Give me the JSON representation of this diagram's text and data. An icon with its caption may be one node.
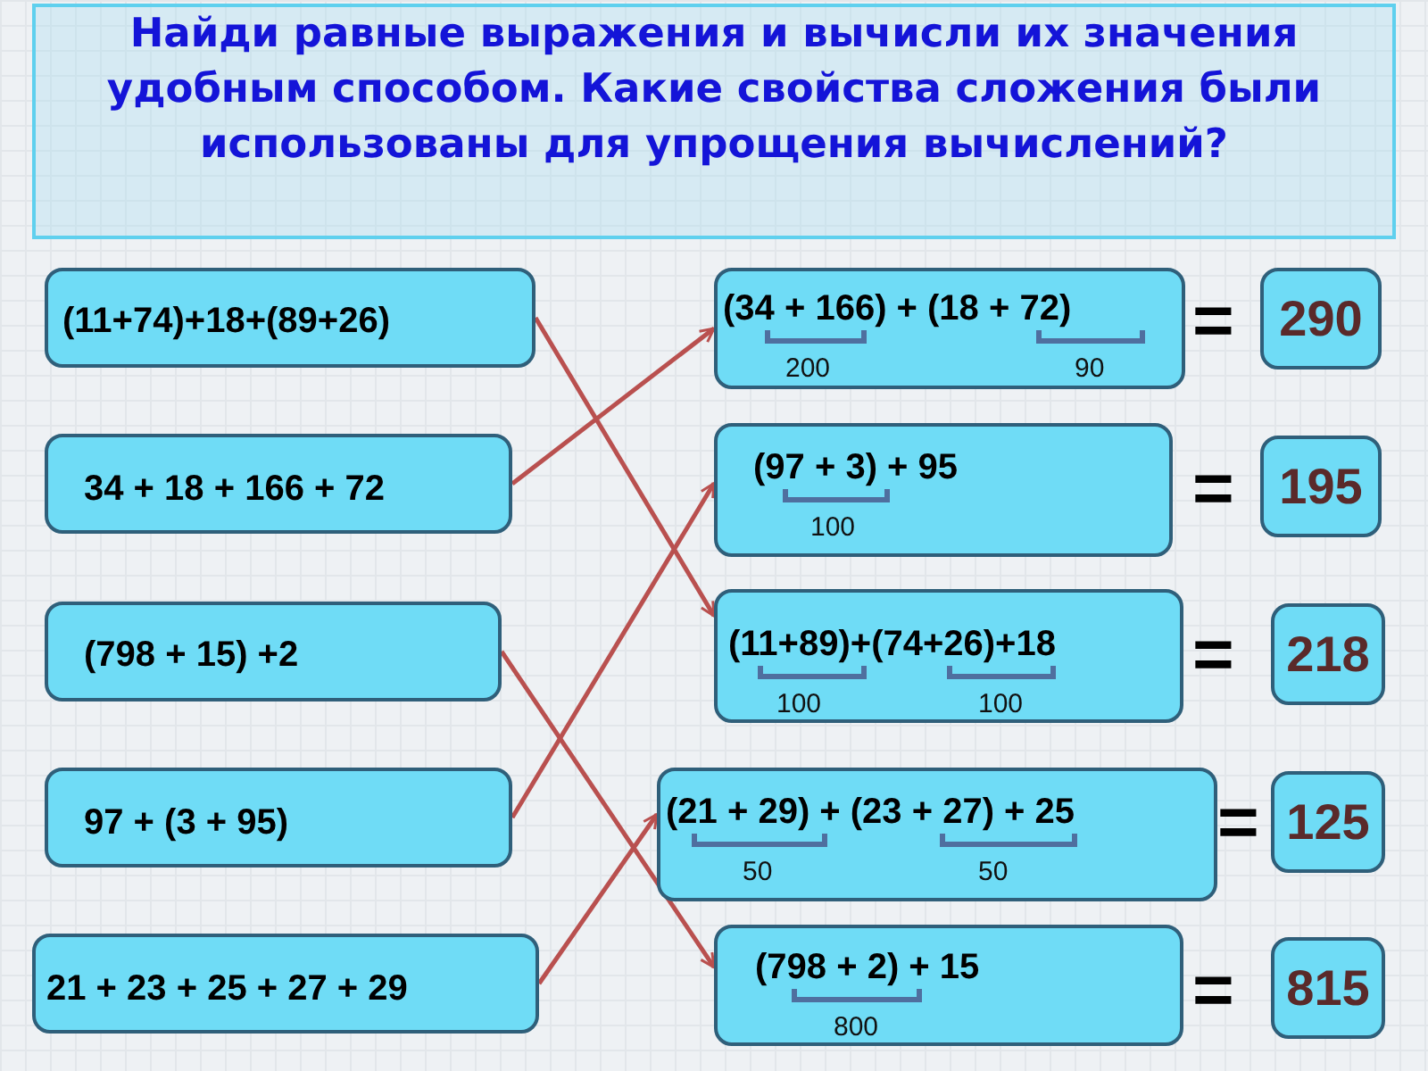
{
  "diagram": {
    "title": "Найди равные выражения и вычисли их значения удобным способом. Какие свойства сложения были использованы для упрощения вычислений?",
    "nodes": [
      {
        "text": [
          "(11+74)+18+(89+26)"
        ]
      },
      {
        "text": [
          "34 + 18 + 166 + 72"
        ]
      },
      {
        "text": [
          "(798 + 15) +2"
        ]
      },
      {
        "text": [
          "97 + (3 + 95)"
        ]
      },
      {
        "text": [
          "21 + 23 + 25 + 27 + 29"
        ]
      },
      {
        "text": [
          "(34 + 166) + (18 + 72)",
          "200",
          "90"
        ]
      },
      {
        "text": [
          "(97 + 3) + 95",
          "100"
        ]
      },
      {
        "text": [
          "(11+89)+(74+26)+18",
          "100",
          "100"
        ]
      },
      {
        "text": [
          "(21 + 29) + (23 + 27) + 25",
          "50",
          "50"
        ]
      },
      {
        "text": [
          "(798 + 2) + 15",
          "800"
        ]
      },
      {
        "text": [
          "290"
        ]
      },
      {
        "text": [
          "195"
        ]
      },
      {
        "text": [
          "218"
        ]
      },
      {
        "text": [
          "125"
        ]
      },
      {
        "text": [
          "815"
        ]
      }
    ],
    "edges": [
      {
        "from": 0,
        "to": 7,
        "arrow": "to"
      },
      {
        "from": 1,
        "to": 5,
        "arrow": "to"
      },
      {
        "from": 2,
        "to": 9,
        "arrow": "to"
      },
      {
        "from": 3,
        "to": 6,
        "arrow": "to"
      },
      {
        "from": 4,
        "to": 8,
        "arrow": "to"
      }
    ],
    "labels": [
      "=",
      "=",
      "=",
      "=",
      "="
    ]
  }
}
